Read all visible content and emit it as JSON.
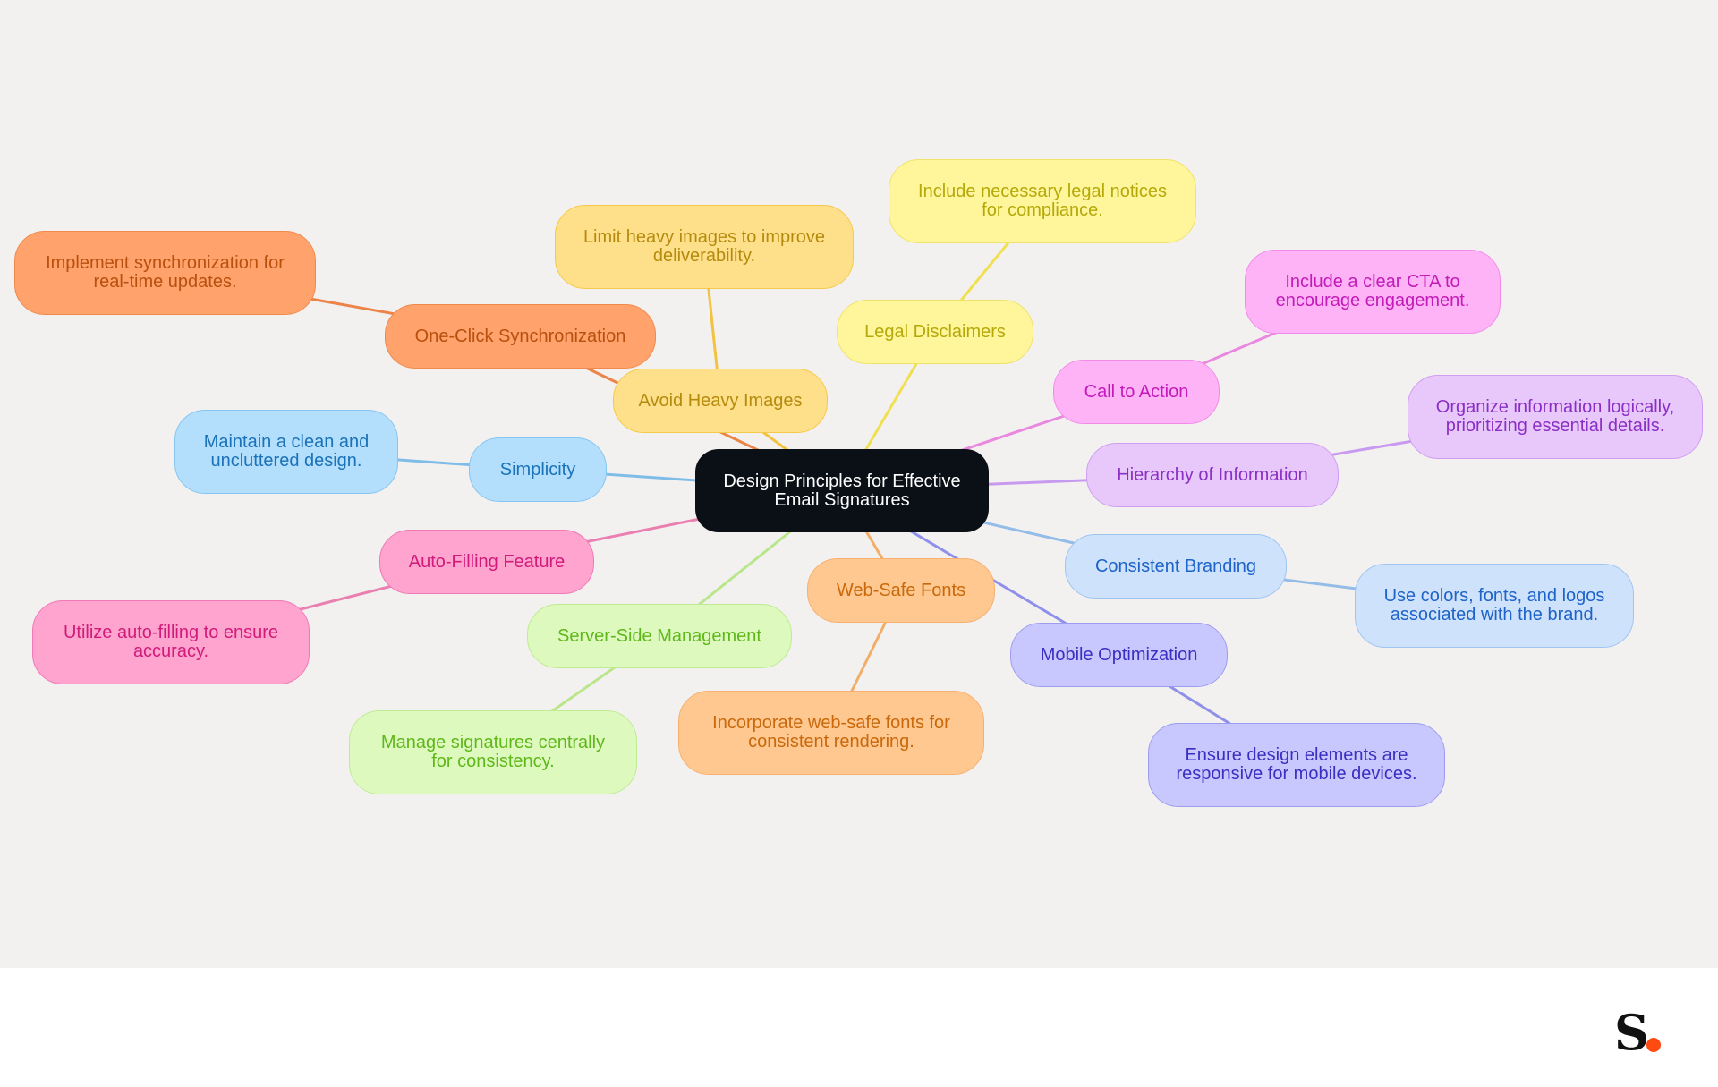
{
  "mindmap": {
    "center": "Design Principles for Effective\nEmail Signatures",
    "branches": [
      {
        "id": "avoid-heavy-images",
        "label": "Avoid Heavy Images",
        "detail": "Limit heavy images to improve\ndeliverability.",
        "color": "#b58b0e",
        "fill": "#ffe08a",
        "stroke": "#f5c94a",
        "line": "#f2c240"
      },
      {
        "id": "legal-disclaimers",
        "label": "Legal Disclaimers",
        "detail": "Include necessary legal notices\nfor compliance.",
        "color": "#b5a90a",
        "fill": "#fff59a",
        "stroke": "#f0e36a",
        "line": "#f0e050"
      },
      {
        "id": "call-to-action",
        "label": "Call to Action",
        "detail": "Include a clear CTA to\nencourage engagement.",
        "color": "#c21bb8",
        "fill": "#ffb3f7",
        "stroke": "#f28be8",
        "line": "#ea88e0"
      },
      {
        "id": "hierarchy-of-information",
        "label": "Hierarchy of Information",
        "detail": "Organize information logically,\nprioritizing essential details.",
        "color": "#8a2fc4",
        "fill": "#e8c8fb",
        "stroke": "#cf9ef2",
        "line": "#c79af0"
      },
      {
        "id": "consistent-branding",
        "label": "Consistent Branding",
        "detail": "Use colors, fonts, and logos\nassociated with the brand.",
        "color": "#1e63c7",
        "fill": "#cfe2fc",
        "stroke": "#9ec4f2",
        "line": "#94bce8"
      },
      {
        "id": "mobile-optimization",
        "label": "Mobile Optimization",
        "detail": "Ensure design elements are\nresponsive for mobile devices.",
        "color": "#3a2fc0",
        "fill": "#c8c8ff",
        "stroke": "#9c9cf0",
        "line": "#8f90ea"
      },
      {
        "id": "web-safe-fonts",
        "label": "Web-Safe Fonts",
        "detail": "Incorporate web-safe fonts for\nconsistent rendering.",
        "color": "#c9690c",
        "fill": "#ffc890",
        "stroke": "#f7b070",
        "line": "#f2ae68"
      },
      {
        "id": "server-side-management",
        "label": "Server-Side Management",
        "detail": "Manage signatures centrally\nfor consistency.",
        "color": "#5fb81a",
        "fill": "#ddf9bd",
        "stroke": "#bfeb92",
        "line": "#b9e68a"
      },
      {
        "id": "auto-filling-feature",
        "label": "Auto-Filling Feature",
        "detail": "Utilize auto-filling to ensure\naccuracy.",
        "color": "#d11b7a",
        "fill": "#ffa3cf",
        "stroke": "#f07ab5",
        "line": "#ea7fb2"
      },
      {
        "id": "simplicity",
        "label": "Simplicity",
        "detail": "Maintain a clean and\nuncluttered design.",
        "color": "#1a72b8",
        "fill": "#b3dffd",
        "stroke": "#86c5ef",
        "line": "#7fbde8"
      },
      {
        "id": "one-click-synchronization",
        "label": "One-Click Synchronization",
        "detail": "Implement synchronization for\nreal-time updates.",
        "color": "#b8500f",
        "fill": "#ffa26b",
        "stroke": "#f08a4c",
        "line": "#ec8448"
      }
    ]
  },
  "brand": {
    "logo_letter": "S"
  }
}
